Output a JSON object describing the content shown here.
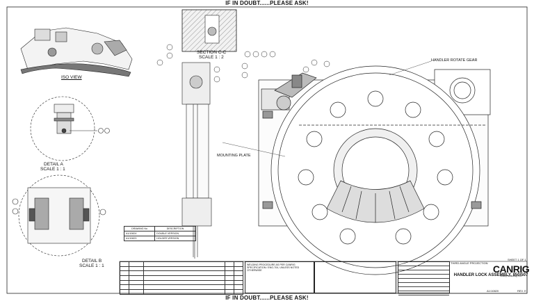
{
  "banner": {
    "top": "IF IN DOUBT......PLEASE ASK!",
    "bottom": "IF IN DOUBT......PLEASE ASK!"
  },
  "views": {
    "iso": "ISO VIEW",
    "section": "SECTION C-C",
    "section_scale": "SCALE 1 : 2",
    "detail_a": "DETAIL A",
    "detail_a_scale": "SCALE 1 : 1",
    "detail_b": "DETAIL B",
    "detail_b_scale": "SCALE 1 : 1"
  },
  "callouts": {
    "handler_rotate": "HANDLER ROTATE GEAR",
    "mounting_plate": "MOUNTING PLATE"
  },
  "drawing_list": {
    "headers": [
      "DRAWING No",
      "DESCRIPTION"
    ],
    "rows": [
      [
        "A1/10824",
        "DOUBLE VERSION"
      ],
      [
        "A1/10823",
        "HOLDER VERSION"
      ]
    ]
  },
  "sheet": "SHEET 1 OF 1",
  "weld_note": "WELDING PROCEDURE AS PER CANRIG SPECIFICATION / ENG-704, UNLESS NOTED OTHERWISE",
  "title_block": {
    "projection": "THIRD ANGLE PROJECTION",
    "company": "CANRIG",
    "company_sub": "Drilling Technology Ltd.",
    "title": "HANDLER LOCK ASSEMBLY, 850/507",
    "doc_no": "A1/10820",
    "rev": "REV. E"
  }
}
